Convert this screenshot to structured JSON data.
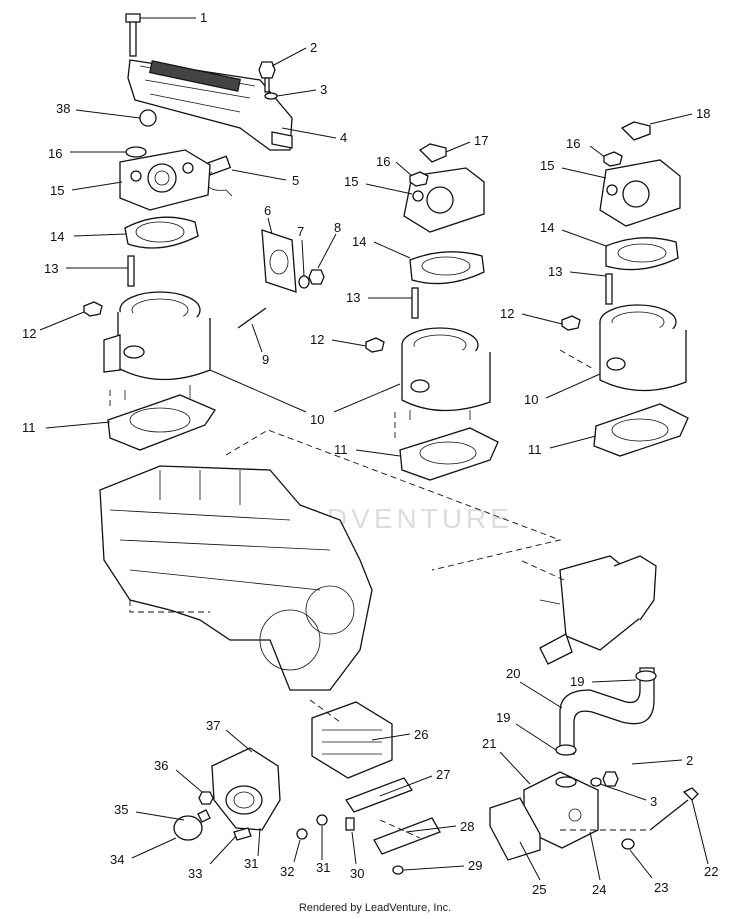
{
  "diagram": {
    "callouts": [
      "1",
      "2",
      "3",
      "38",
      "4",
      "16",
      "15",
      "5",
      "6",
      "7",
      "8",
      "14",
      "13",
      "9",
      "12",
      "10",
      "11",
      "17",
      "18",
      "19",
      "20",
      "21",
      "22",
      "23",
      "24",
      "25",
      "26",
      "27",
      "28",
      "29",
      "30",
      "31",
      "32",
      "33",
      "34",
      "35",
      "36",
      "37"
    ],
    "watermark": "LEADVENTURE",
    "credit": "Rendered by LeadVenture, Inc."
  }
}
